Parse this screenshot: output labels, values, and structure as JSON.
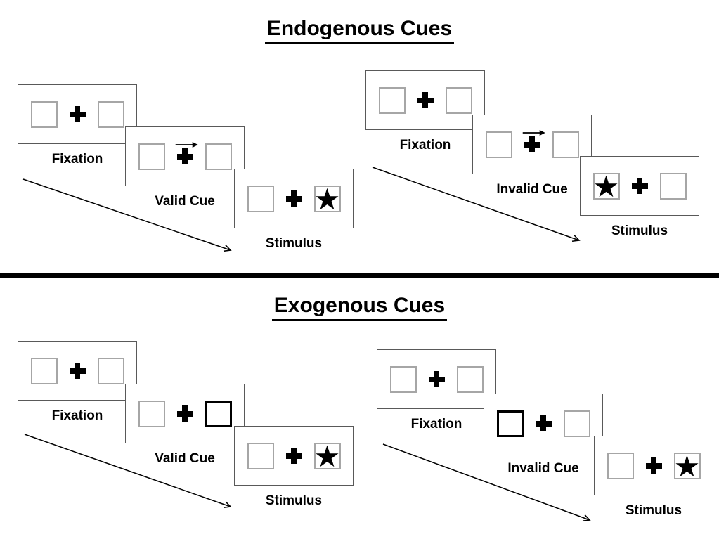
{
  "sections": [
    {
      "title": "Endogenous Cues",
      "panels": [
        {
          "name": "endogenous-valid",
          "cue_type": "central-arrow",
          "target_side": "right",
          "steps": [
            {
              "label": "Fixation"
            },
            {
              "label": "Valid Cue"
            },
            {
              "label": "Stimulus"
            }
          ]
        },
        {
          "name": "endogenous-invalid",
          "cue_type": "central-arrow",
          "target_side": "left",
          "steps": [
            {
              "label": "Fixation"
            },
            {
              "label": "Invalid Cue"
            },
            {
              "label": "Stimulus"
            }
          ]
        }
      ]
    },
    {
      "title": "Exogenous Cues",
      "panels": [
        {
          "name": "exogenous-valid",
          "cue_type": "peripheral-bold-box-right",
          "target_side": "right",
          "steps": [
            {
              "label": "Fixation"
            },
            {
              "label": "Valid Cue"
            },
            {
              "label": "Stimulus"
            }
          ]
        },
        {
          "name": "exogenous-invalid",
          "cue_type": "peripheral-bold-box-left",
          "target_side": "right",
          "steps": [
            {
              "label": "Fixation"
            },
            {
              "label": "Invalid Cue"
            },
            {
              "label": "Stimulus"
            }
          ]
        }
      ]
    }
  ],
  "icons": {
    "star": "★",
    "fixation_cross": "plus-cross",
    "endogenous_cue": "right-arrow",
    "exogenous_cue": "bold-square-outline"
  },
  "colors": {
    "background": "#ffffff",
    "card_border": "#595959",
    "square_border": "#a6a6a6",
    "ink": "#000000"
  }
}
